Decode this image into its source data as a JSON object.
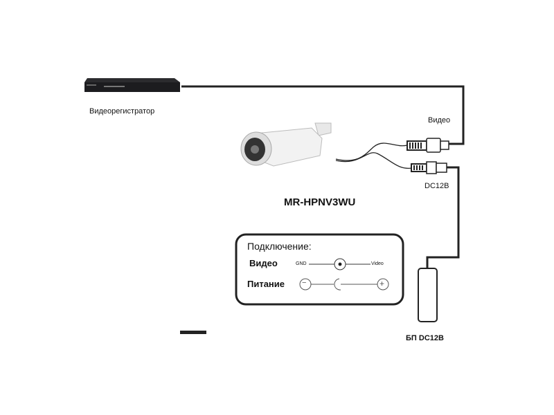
{
  "recorder_label": "Видеорегистратор",
  "video_label": "Видео",
  "dc_label": "DC12B",
  "model": "MR-HPNV3WU",
  "psu_label": "БП  DC12B",
  "legend": {
    "title": "Подключение:",
    "video_row": "Видео",
    "gnd": "GND",
    "video_pin": "Video",
    "power_row": "Питание",
    "minus": "−",
    "plus": "+"
  }
}
